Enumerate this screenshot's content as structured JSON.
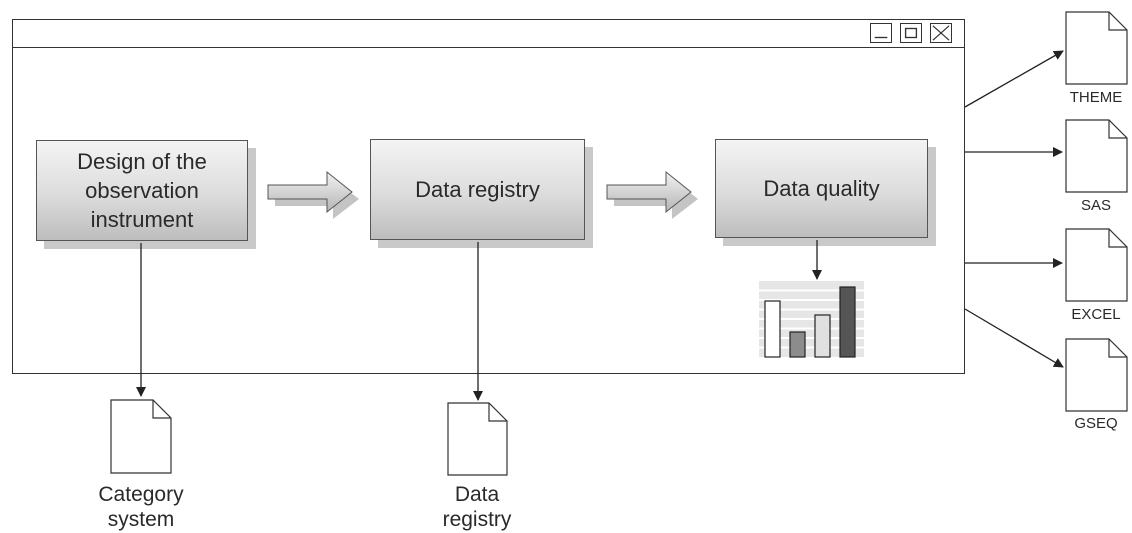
{
  "steps": [
    {
      "label": "Design of the observation instrument"
    },
    {
      "label": "Data registry"
    },
    {
      "label": "Data quality"
    }
  ],
  "export_targets": [
    {
      "label": "THEME"
    },
    {
      "label": "SAS"
    },
    {
      "label": "EXCEL"
    },
    {
      "label": "GSEQ"
    }
  ],
  "outputs": [
    {
      "label_line1": "Category",
      "label_line2": "system"
    },
    {
      "label_line1": "Data",
      "label_line2": "registry"
    }
  ],
  "window_controls": [
    "minimize-icon",
    "maximize-icon",
    "close-icon"
  ],
  "quality_chart": {
    "type": "bar",
    "values": [
      56,
      25,
      42,
      70
    ],
    "bar_fills": [
      "#ffffff",
      "#8c8c8c",
      "#e0e0e0",
      "#555555"
    ],
    "grid": true
  },
  "colors": {
    "box_gradient_top": "#f4f4f4",
    "box_gradient_bottom": "#bdbdbd",
    "shadow": "#c9c9c9",
    "line": "#333333"
  }
}
